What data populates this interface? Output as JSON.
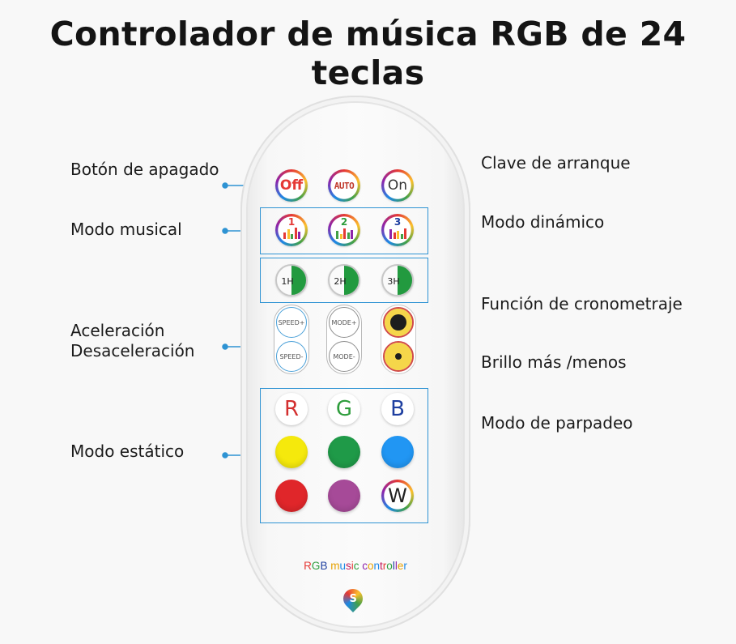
{
  "title": "Controlador de música RGB de 24 teclas",
  "labels": {
    "off": "Botón de apagado",
    "start": "Clave de arranque",
    "dynamic": "Modo dinámico",
    "music": "Modo musical",
    "timer": "Función de cronometraje",
    "speed_up": "Aceleración",
    "speed_down": "Desaceleración",
    "brightness": "Brillo más /menos",
    "flash": "Modo de parpadeo",
    "static": "Modo estático"
  },
  "buttons": {
    "off": "Off",
    "auto": "AUTO",
    "on": "On",
    "music": [
      "1",
      "2",
      "3"
    ],
    "timer": [
      "1H",
      "2H",
      "3H"
    ],
    "speed_plus": "SPEED+",
    "speed_minus": "SPEED-",
    "mode_plus": "MODE+",
    "mode_minus": "MODE-",
    "r": "R",
    "g": "G",
    "b": "B",
    "w": "W"
  },
  "colors": {
    "accent": "#2e93d3",
    "red": "#e53935",
    "green": "#1f9a48",
    "blue": "#2196f3",
    "yellow": "#f5e90c",
    "purple": "#a64a98",
    "white": "#ffffff"
  },
  "brand": {
    "letters": [
      "R",
      "G",
      "B",
      " ",
      "m",
      "u",
      "s",
      "i",
      "c",
      " ",
      "c",
      "o",
      "n",
      "t",
      "r",
      "o",
      "l",
      "l",
      "e",
      "r"
    ],
    "logo": "S"
  }
}
